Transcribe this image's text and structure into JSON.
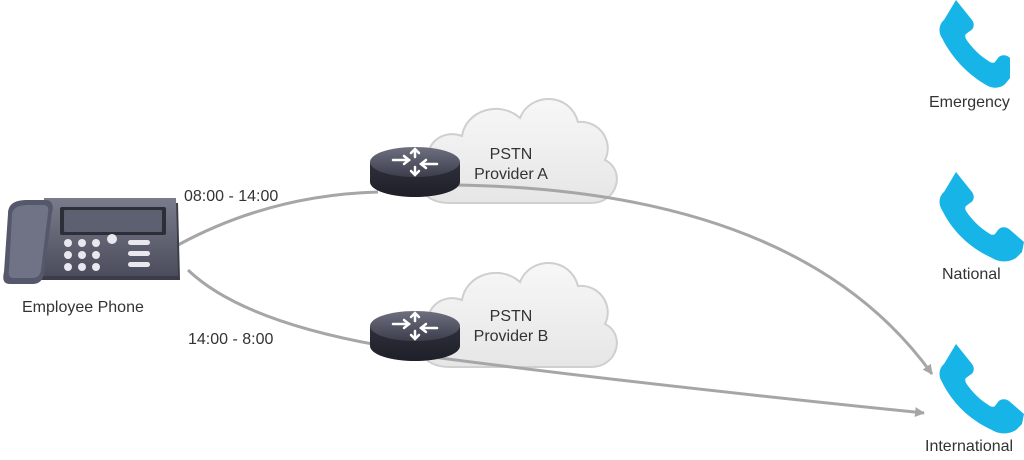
{
  "phone": {
    "label": "Employee Phone"
  },
  "routes": [
    {
      "time": "08:00 - 14:00"
    },
    {
      "time": "14:00 - 8:00"
    }
  ],
  "providers": [
    {
      "line1": "PSTN",
      "line2": "Provider A"
    },
    {
      "line1": "PSTN",
      "line2": "Provider B"
    }
  ],
  "destinations": [
    {
      "label": "Emergency"
    },
    {
      "label": "National"
    },
    {
      "label": "International"
    }
  ],
  "colors": {
    "handset": "#17b4e8",
    "line": "#a6a6a6",
    "cloud_fill": "#f2f2f2",
    "cloud_stroke": "#cfcfcf",
    "router": "#3d3f4d",
    "text": "#333333"
  }
}
